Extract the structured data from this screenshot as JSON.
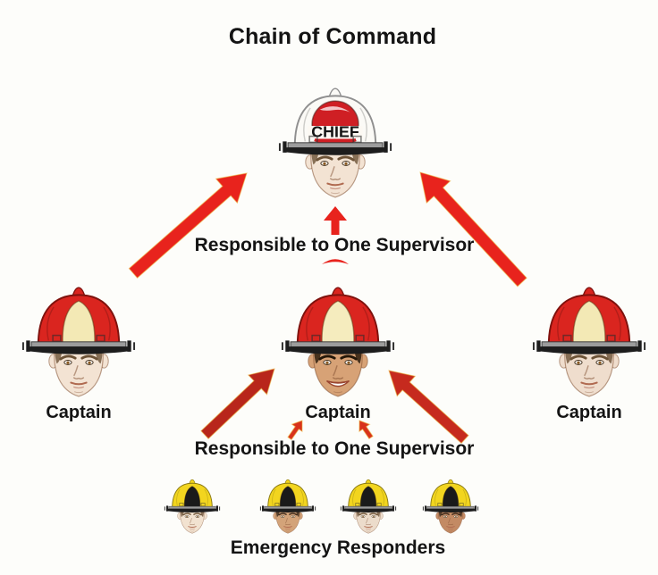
{
  "title": "Chain of Command",
  "chief": {
    "helmet_text": "CHIEF"
  },
  "rules": {
    "chief_rule": "Responsible to One Supervisor",
    "captain_rule": "Responsible to One Supervisor"
  },
  "captains": [
    {
      "label": "Captain"
    },
    {
      "label": "Captain"
    },
    {
      "label": "Captain"
    }
  ],
  "responders": {
    "label": "Emergency Responders",
    "count": 4
  },
  "colors": {
    "arrow_red": "#e8231d",
    "arrow_dark_red": "#b8261b",
    "arrow_dark_red_right": "#c62a1e",
    "arrow_small": "#d8321c",
    "arrow_outline_yellow": "#edb93c",
    "text_black": "#141414",
    "background": "#fdfdfa"
  },
  "figures": {
    "chief": {
      "helmet": "#fbfaf6",
      "badge": "#cf1f24",
      "skin": "#f3e3d3"
    },
    "captain_left": {
      "helmet": "#da251f",
      "badge": "#f3e9b5",
      "skin": "#f3e3d3"
    },
    "captain_center": {
      "helmet": "#da251f",
      "badge": "#f5ecbe",
      "skin": "#d7a276"
    },
    "captain_right": {
      "helmet": "#da251f",
      "badge": "#f3e9b5",
      "skin": "#efddcd"
    },
    "responders": [
      {
        "helmet": "#f2d51f",
        "badge": "#1a1a1a",
        "skin": "#f2e2d0"
      },
      {
        "helmet": "#f2d51f",
        "badge": "#1a1a1a",
        "skin": "#d3a379"
      },
      {
        "helmet": "#f2d51f",
        "badge": "#1a1a1a",
        "skin": "#ecdccb"
      },
      {
        "helmet": "#f2d51f",
        "badge": "#1a1a1a",
        "skin": "#c38a64"
      }
    ]
  }
}
